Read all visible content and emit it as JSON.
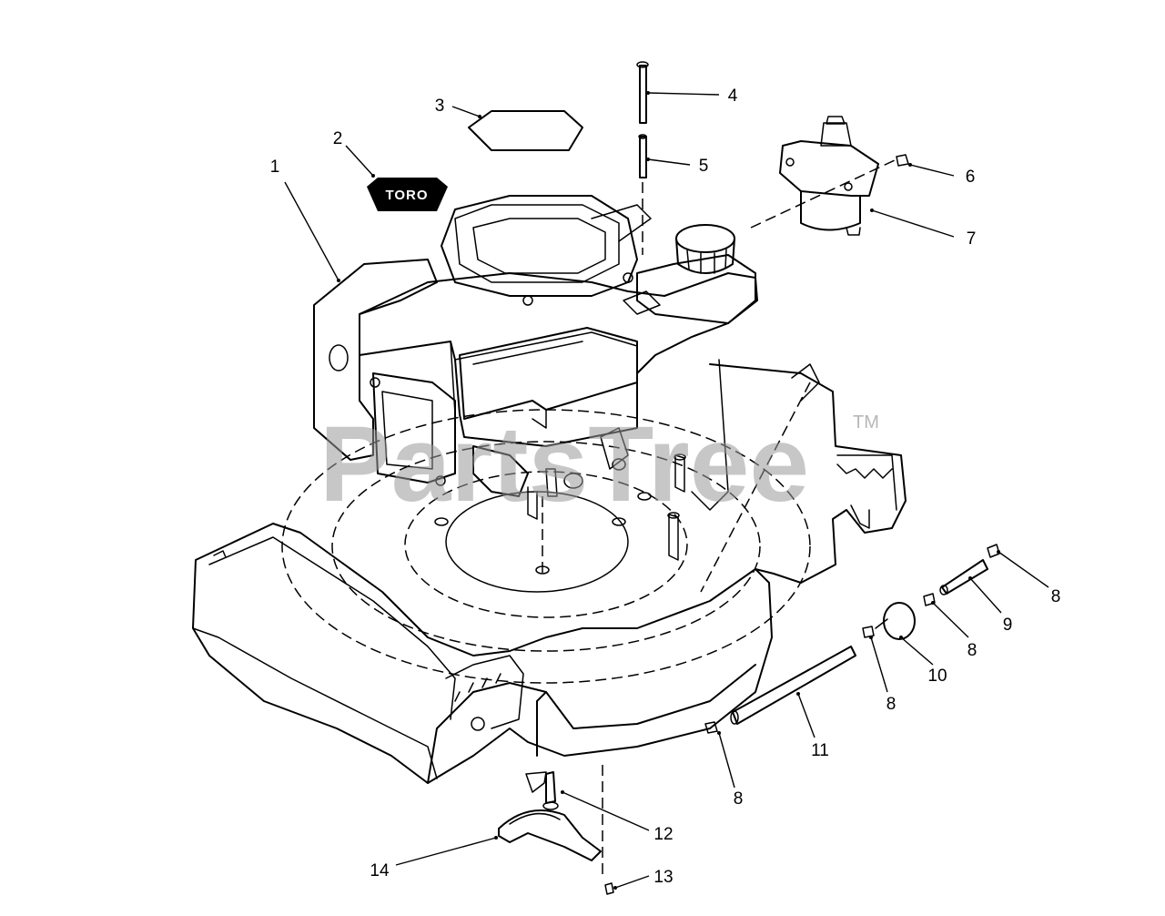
{
  "watermark": {
    "text": "PartsTree",
    "trademark": "TM"
  },
  "decal_text": "TORO",
  "callouts": [
    {
      "id": "1",
      "label": "1"
    },
    {
      "id": "2",
      "label": "2"
    },
    {
      "id": "3",
      "label": "3"
    },
    {
      "id": "4",
      "label": "4"
    },
    {
      "id": "5",
      "label": "5"
    },
    {
      "id": "6",
      "label": "6"
    },
    {
      "id": "7",
      "label": "7"
    },
    {
      "id": "8a",
      "label": "8"
    },
    {
      "id": "9",
      "label": "9"
    },
    {
      "id": "8b",
      "label": "8"
    },
    {
      "id": "10",
      "label": "10"
    },
    {
      "id": "8c",
      "label": "8"
    },
    {
      "id": "11",
      "label": "11"
    },
    {
      "id": "8d",
      "label": "8"
    },
    {
      "id": "12",
      "label": "12"
    },
    {
      "id": "13",
      "label": "13"
    },
    {
      "id": "14",
      "label": "14"
    }
  ]
}
